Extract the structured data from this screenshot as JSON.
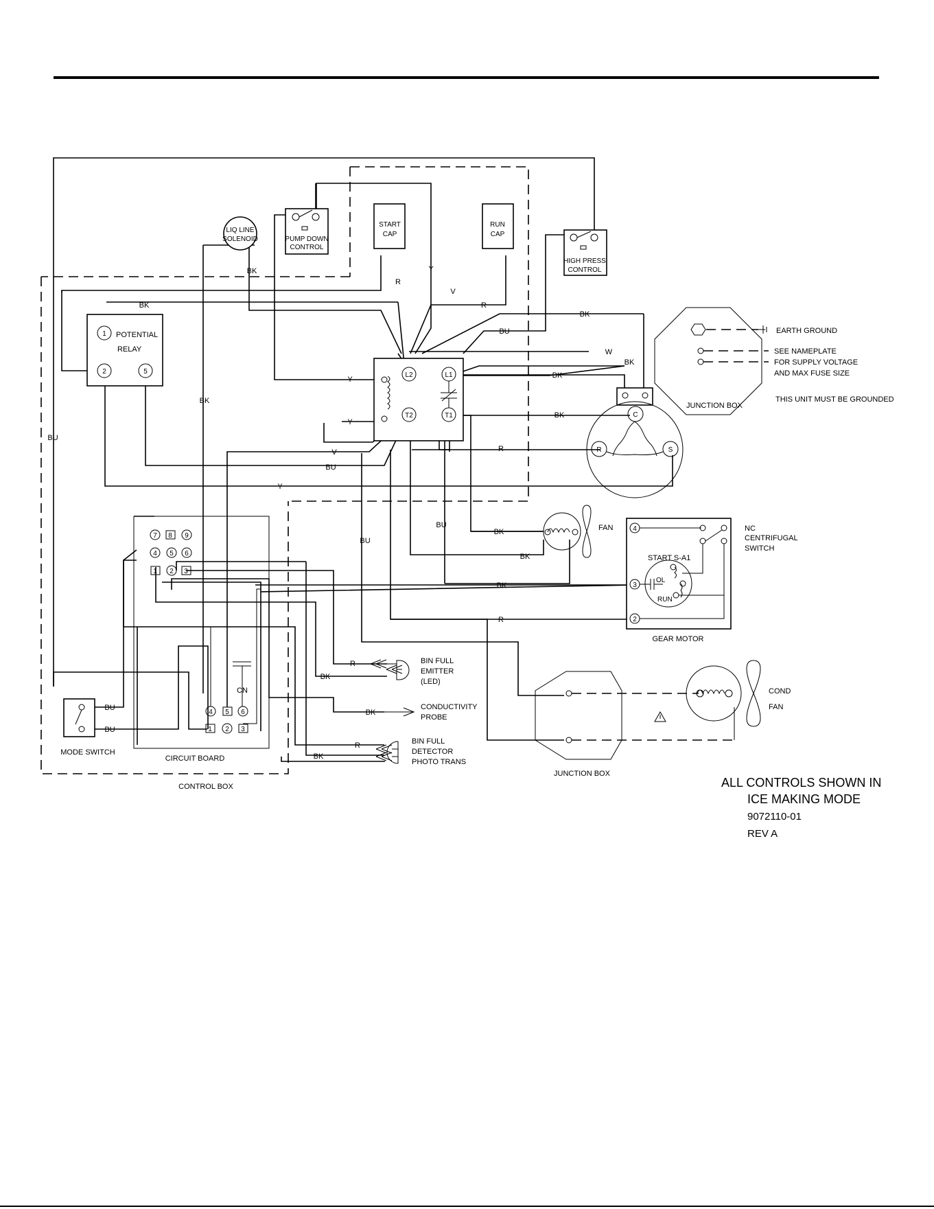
{
  "components": {
    "liq_line_solenoid": [
      "LIQ LINE",
      "SOLENOID"
    ],
    "pump_down_control": [
      "PUMP DOWN",
      "CONTROL"
    ],
    "start_cap": [
      "START",
      "CAP"
    ],
    "run_cap": [
      "RUN",
      "CAP"
    ],
    "high_press_control": [
      "HIGH PRESS",
      "CONTROL"
    ],
    "potential_relay": [
      "POTENTIAL",
      "RELAY"
    ],
    "junction_box_top": "JUNCTION BOX",
    "junction_box_bottom": "JUNCTION BOX",
    "fan": "FAN",
    "gear_motor": "GEAR MOTOR",
    "start_s_a1": "START  S-A1",
    "ol": "OL",
    "run": "RUN",
    "nc_centrifugal_switch": [
      "NC",
      "CENTRIFUGAL",
      "SWITCH"
    ],
    "bin_full_emitter": [
      "BIN FULL",
      "EMITTER",
      "(LED)"
    ],
    "conductivity_probe": [
      "CONDUCTIVITY",
      "PROBE"
    ],
    "bin_full_detector": [
      "BIN FULL",
      "DETECTOR",
      "PHOTO TRANS"
    ],
    "cond_fan": [
      "COND",
      "FAN"
    ],
    "mode_switch": "MODE SWITCH",
    "circuit_board": "CIRCUIT BOARD",
    "control_box": "CONTROL BOX",
    "cn": "CN"
  },
  "ground_notes": {
    "earth_ground": "EARTH GROUND",
    "nameplate": [
      "SEE NAMEPLATE",
      "FOR SUPPLY VOLTAGE",
      "AND MAX FUSE SIZE"
    ],
    "must_be_grounded": "THIS UNIT MUST BE GROUNDED"
  },
  "terminals": {
    "relay_1": "1",
    "relay_2": "2",
    "relay_5": "5",
    "l2": "L2",
    "l1": "L1",
    "t2": "T2",
    "t1": "T1",
    "motor_c": "C",
    "motor_r": "R",
    "motor_s": "S",
    "gear_4": "4",
    "gear_3": "3",
    "gear_2": "2",
    "cb_top": [
      "7",
      "8",
      "9",
      "4",
      "5",
      "6",
      "1",
      "2",
      "3"
    ],
    "cb_bottom": [
      "4",
      "5",
      "6",
      "1",
      "2",
      "3"
    ]
  },
  "wire_labels": {
    "bk_solenoid": "BK",
    "bk_relay": "BK",
    "bk_left": "BK",
    "bu_left": "BU",
    "r_startcap": "R",
    "y_pump": "Y",
    "v_top": "V",
    "r_runcap": "R",
    "bk_high": "BK",
    "bu_high": "BU",
    "w_ground": "W",
    "bk_ground": "BK",
    "bk_l1": "BK",
    "bk_t1": "BK",
    "y_l2": "Y",
    "y_low": "Y",
    "v_mid": "V",
    "bu_mid": "BU",
    "r_motor": "R",
    "y_bottom": "Y",
    "bu_vert1": "BU",
    "bu_vert2": "BU",
    "bk_fan1": "BK",
    "bk_fan2": "BK",
    "bk_gear": "BK",
    "r_gear": "R",
    "r_emitter": "R",
    "bk_emitter": "BK",
    "bk_probe": "BK",
    "r_detector": "R",
    "bk_detector": "BK",
    "bu_mode1": "BU",
    "bu_mode2": "BU"
  },
  "notes": {
    "controls_line1": "ALL CONTROLS SHOWN IN",
    "controls_line2": "ICE MAKING MODE",
    "part_number": "9072110-01",
    "revision": "REV A"
  }
}
